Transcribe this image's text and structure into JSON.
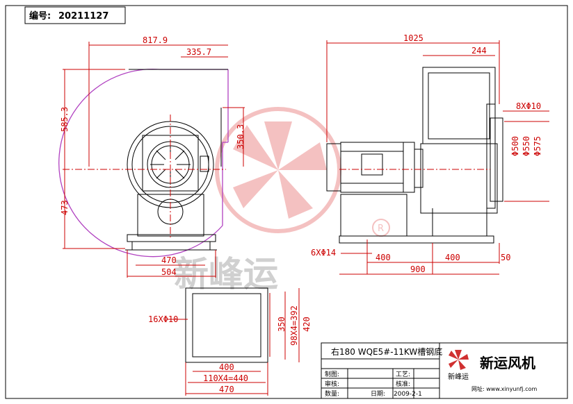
{
  "header": {
    "serial_label": "编号:",
    "serial_value": "20211127"
  },
  "front_view": {
    "width_total": "817.9",
    "outlet_width": "335.7",
    "height_upper": "585.3",
    "outlet_height": "350.3",
    "height_lower": "473",
    "base_inner": "470",
    "base_outer": "504"
  },
  "side_view": {
    "length_total": "1025",
    "outlet_depth": "244",
    "holes_flange": "8XΦ10",
    "dia_500": "Φ500",
    "dia_550": "Φ550",
    "dia_575": "Φ575",
    "holes_base": "6XΦ14",
    "base_seg1": "400",
    "base_seg2": "400",
    "base_end": "50",
    "base_total": "900"
  },
  "flange_view": {
    "holes": "16XΦ10",
    "inner_h": "350",
    "pitch_v": "98X4=392",
    "outer_h": "420",
    "inner_w": "400",
    "pitch_h": "110X4=440",
    "outer_w": "470"
  },
  "watermark": {
    "text": "新峰运",
    "reg": "R"
  },
  "title_block": {
    "model": "右180 WQE5#-11KW槽钢底",
    "company": "新运风机",
    "brand_small": "新峰运",
    "row_draw": "制图:",
    "row_craft": "工艺:",
    "row_check": "审核:",
    "row_approve": "核准:",
    "row_quantity": "数量:",
    "row_date_label": "日期:",
    "row_date": "2009-2-1",
    "website": "网址: www.xinyunfj.com"
  }
}
